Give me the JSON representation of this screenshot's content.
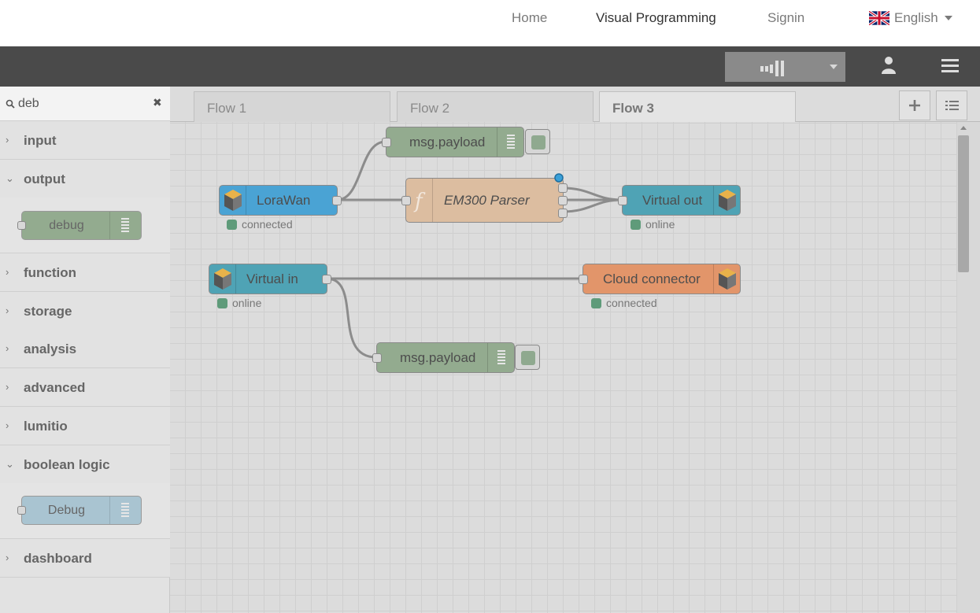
{
  "nav": {
    "home": "Home",
    "visual_programming": "Visual Programming",
    "signin": "Signin",
    "language": "English"
  },
  "palette": {
    "search_value": "deb",
    "categories": [
      {
        "label": "input",
        "expanded": false
      },
      {
        "label": "output",
        "expanded": true,
        "nodes": [
          "debug"
        ]
      },
      {
        "label": "function",
        "expanded": false
      },
      {
        "label": "storage",
        "expanded": false
      },
      {
        "label": "analysis",
        "expanded": false
      },
      {
        "label": "advanced",
        "expanded": false
      },
      {
        "label": "lumitio",
        "expanded": false
      },
      {
        "label": "boolean logic",
        "expanded": true,
        "nodes": [
          "Debug"
        ]
      },
      {
        "label": "dashboard",
        "expanded": false
      }
    ]
  },
  "tabs": [
    "Flow 1",
    "Flow 2",
    "Flow 3"
  ],
  "active_tab": "Flow 3",
  "flow": {
    "nodes": {
      "msg_payload_1": "msg.payload",
      "lorawan": "LoraWan",
      "em300": "EM300 Parser",
      "virtual_out": "Virtual out",
      "virtual_in": "Virtual in",
      "cloud_connector": "Cloud connector",
      "msg_payload_2": "msg.payload"
    },
    "status": {
      "lorawan": "connected",
      "virtual_out": "online",
      "virtual_in": "online",
      "cloud_connector": "connected"
    }
  },
  "colors": {
    "debug_node": "#93ab8f",
    "lorawan_node": "#4aa3d4",
    "function_node": "#dcbda0",
    "virtual_node": "#4fa3b5",
    "cloud_node": "#e2956a",
    "boolean_debug": "#a9c4d1",
    "status_dot": "#5f9b7a",
    "header": "#4a4a4a"
  }
}
